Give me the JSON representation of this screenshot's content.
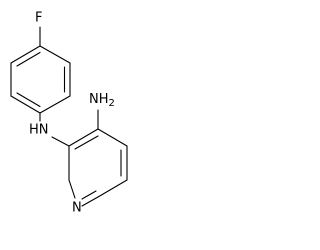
{
  "molecule": {
    "atoms": {
      "fluorine": "F",
      "amine_nh": "HN",
      "amino_group": "NH",
      "amino_subscript": "2",
      "ring_nitrogen": "N"
    }
  }
}
